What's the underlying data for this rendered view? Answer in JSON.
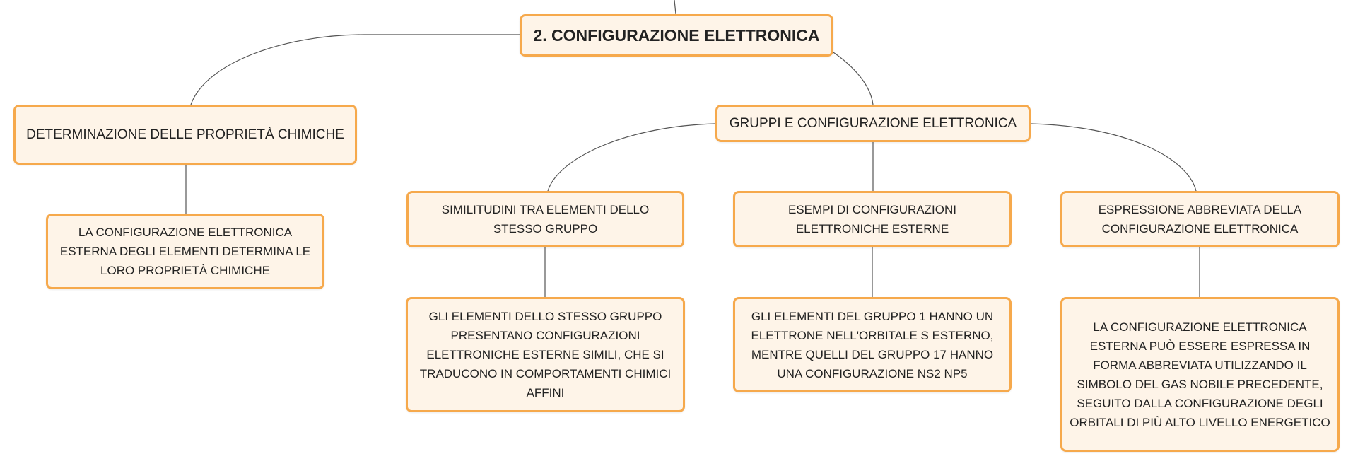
{
  "root": {
    "label": "2. CONFIGURAZIONE ELETTRONICA"
  },
  "branches": {
    "proprieta": {
      "label": "DETERMINAZIONE DELLE PROPRIETÀ CHIMICHE",
      "detail": "LA CONFIGURAZIONE ELETTRONICA ESTERNA DEGLI ELEMENTI DETERMINA LE LORO PROPRIETÀ CHIMICHE"
    },
    "gruppi": {
      "label": "GRUPPI E CONFIGURAZIONE ELETTRONICA",
      "children": [
        {
          "label": "SIMILITUDINI TRA ELEMENTI DELLO STESSO GRUPPO",
          "detail": "GLI ELEMENTI DELLO STESSO GRUPPO PRESENTANO CONFIGURAZIONI ELETTRONICHE ESTERNE SIMILI, CHE SI TRADUCONO IN COMPORTAMENTI CHIMICI AFFINI"
        },
        {
          "label": "ESEMPI DI CONFIGURAZIONI ELETTRONICHE ESTERNE",
          "detail": "GLI ELEMENTI DEL GRUPPO 1 HANNO UN ELETTRONE NELL'ORBITALE S ESTERNO, MENTRE QUELLI DEL GRUPPO 17 HANNO UNA CONFIGURAZIONE NS2 NP5"
        },
        {
          "label": "ESPRESSIONE ABBREVIATA DELLA CONFIGURAZIONE ELETTRONICA",
          "detail": "LA CONFIGURAZIONE ELETTRONICA ESTERNA PUÒ ESSERE ESPRESSA IN FORMA ABBREVIATA UTILIZZANDO IL SIMBOLO DEL GAS NOBILE PRECEDENTE, SEGUITO DALLA CONFIGURAZIONE DEGLI ORBITALI DI PIÙ ALTO LIVELLO ENERGETICO"
        }
      ]
    }
  },
  "colors": {
    "node_border": "#f6a94c",
    "node_fill": "#fef4e8",
    "connector": "#555555"
  }
}
